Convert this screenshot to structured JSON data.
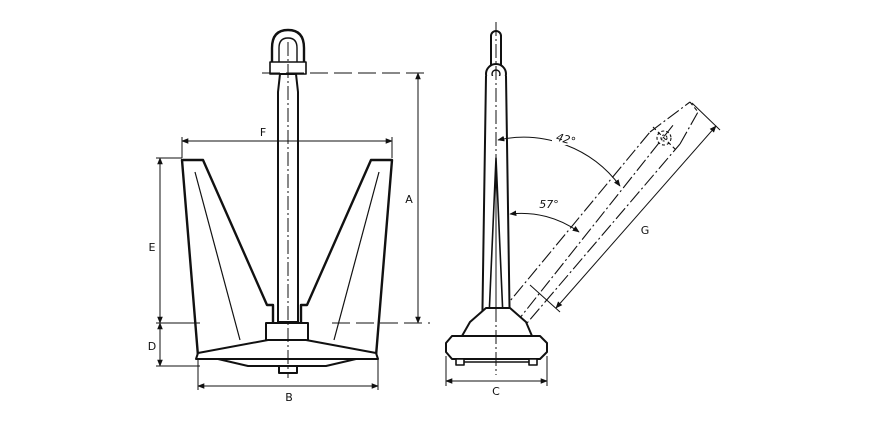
{
  "labels": {
    "A": "A",
    "B": "B",
    "C": "C",
    "D": "D",
    "E": "E",
    "F": "F",
    "G": "G"
  },
  "angles": {
    "outer": "42°",
    "inner": "57°"
  }
}
